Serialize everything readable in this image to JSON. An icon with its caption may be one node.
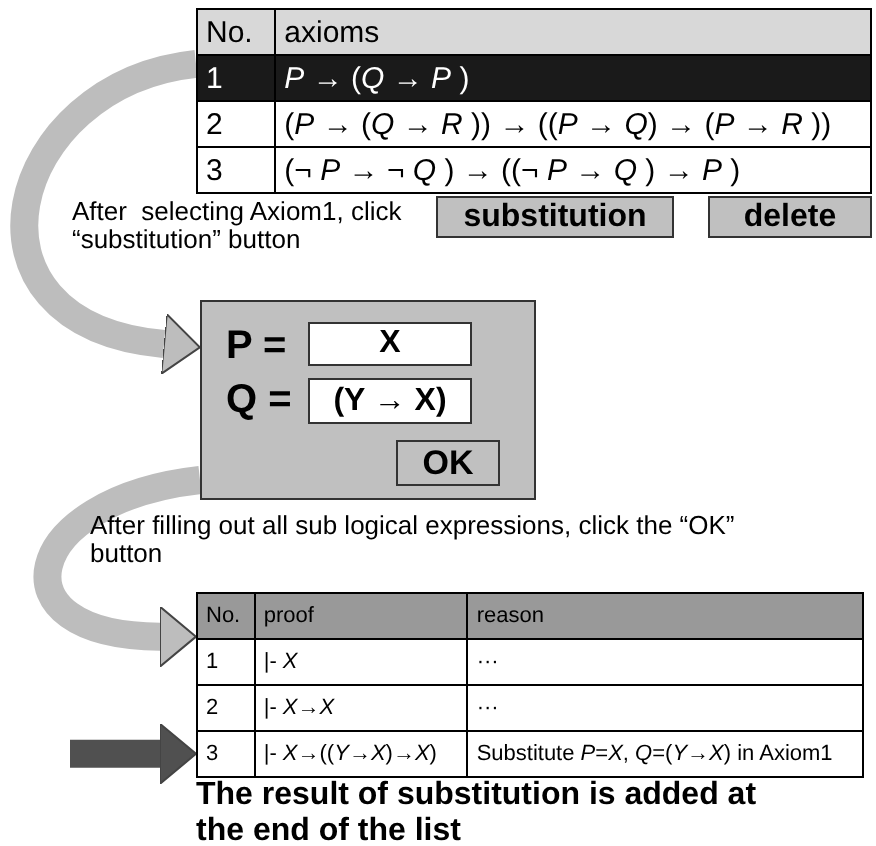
{
  "diagram": {
    "nodes": [
      {
        "text": [
          "No.",
          "axioms",
          "1",
          "*P* → (*Q* → *P* )",
          "2",
          "(*P* → (*Q* → *R* )) → ((*P* → *Q*) → (*P* → *R* ))",
          "3",
          "(¬ *P* → ¬ *Q* ) → ((¬ *P* → *Q*  ) → *P* )"
        ]
      },
      {
        "text": [
          "substitution"
        ]
      },
      {
        "text": [
          "delete"
        ]
      },
      {
        "text": [
          "P =",
          "Q ="
        ]
      },
      {
        "text": [
          "X"
        ],
        "in": 3
      },
      {
        "text": [
          "(Y → X)"
        ],
        "in": 3
      },
      {
        "text": [
          "OK"
        ],
        "in": 3
      },
      {
        "text": [
          "No.",
          "proof",
          "reason",
          "1",
          "|- *X*",
          "···",
          "2",
          "|- *X*→*X*",
          "···",
          "3",
          "|- *X*→((*Y*→*X*)→*X*)",
          "Substitute *P*=*X*, *Q*=(*Y*→*X*) in Axiom1"
        ]
      }
    ],
    "edges": [
      {
        "from": 0,
        "to": 3,
        "arrow": "to"
      },
      {
        "from": 3,
        "to": 7,
        "arrow": "to"
      },
      {
        "from": null,
        "to": 7,
        "arrow": "to",
        "color": "#505050"
      }
    ],
    "labels": [
      "After  selecting Axiom1, click “substitution” button",
      "After filling out all sub logical expressions, click the “OK” button",
      "The result of substitution is added at the end of the list"
    ]
  }
}
